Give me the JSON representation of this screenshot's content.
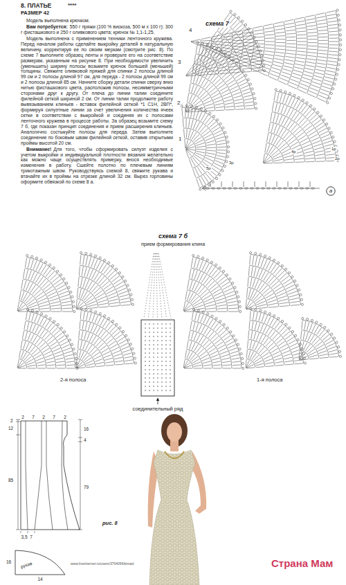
{
  "diagram": {
    "title": "8. ПЛАТЬЕ",
    "nodes": [
      {
        "text": [
          "а"
        ]
      }
    ],
    "labels": [
      "РАЗМЕР 42",
      "****",
      "Модель выполнена крючком.",
      "Вам потребуется:",
      "550 г пряжи (100 % вискоза, 500 м х 100 г): 300 г фисташкового и 250 г оливкового цвета; крючок № 1,1-1,25.",
      "Модель выполнена с применением техники ленточного кружева. Перед началом работы сделайте выкройку деталей в натуральную величину, корректируя ее по своим меркам (смотрите рис. 8). По схеме 7 выполните образец ленты и проверьте его на соответствие размерам, указанным на рисунке 8. При необходимости увеличить (уменьшить) ширину полосы возьмите крючок большей (меньшей) толщины. Свяжите оливковой пряжей для спинки 2 полосы длиной 99 см и 2 полосы длиной 97 см, для переда - 2 полосы длиной 99 см и 2 полосы длиной 85 см. Начните сборку детали спинки сверху вниз нитью фисташкового цвета, расположив полосы, несимметричными сторонами друг к другу. От плеча до линии талии соедините филейной сеткой шириной 2 см. От линии талии продолжите работу вывязыванием клиньев - вставок филейной сеткой *1 С1Н, 2ВП*, формируя силуэтные линии за счет увеличения количества ячеек сетки в соответствии с выкройкой и соединяя их с полосами ленточного кружева в процессе работы. За образец возьмите схему 7 б, где показан принцип соединения и прием расширения клиньев. Аналогично состыкуйте полосы для переда. Затем выполните соединение по боковым швам филейной сеткой, оставив открытыми проймы высотой 20 см.",
      "Внимание!",
      "Для того, чтобы сформировать силуэт изделия с учетом выкройки и индивидуальной плотности вязания желательно как можно чаще осуществлять примерку, внося необходимые изменения в работу. Сшейте полотно по плечевым линиям трикотажным швом. Руководствуясь схемой 8, свяжите рукава и втачайте их в проймы на отрезке длиной 32 см. Вырез горловины оформите обвязкой по схеме 8 а.",
      "схема 7",
      "4",
      "3",
      "2",
      "1",
      "5р",
      "3р",
      "4р",
      "2р",
      "1р",
      "схема 7 б",
      "прием формирования клина",
      "2-я полоса",
      "1-я полоса",
      "соединительный ряд",
      "2",
      "7",
      "2",
      "7",
      "2",
      "2",
      "12",
      "85",
      "16",
      "4",
      "79",
      "3,5",
      "7",
      "рис. 8",
      "16",
      "рукав",
      "14",
      "Страна Мам",
      "www.liveinternet.ru/users/3704096/kimad"
    ]
  }
}
